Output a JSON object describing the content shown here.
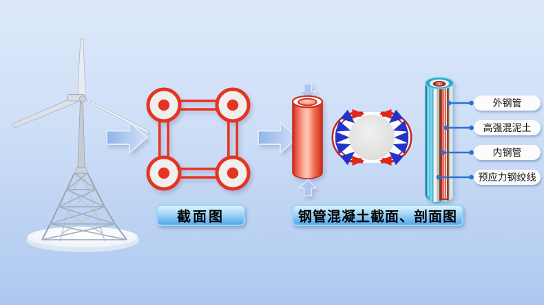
{
  "captions": {
    "section_view": "截面图",
    "cft_view": "钢管混凝土截面、剖面图"
  },
  "component_labels": {
    "items": [
      {
        "text": "外钢管"
      },
      {
        "text": "高强混泥土"
      },
      {
        "text": "内钢管"
      },
      {
        "text": "预应力钢绞线"
      }
    ]
  },
  "illustrations": {
    "turbine": "lattice-tower-wind-turbine-3d",
    "square_section": "four-chord-tube-square-cross-section",
    "cylinder": "steel-tube-under-axial-compression",
    "confinement": "concrete-core-confinement-pressure-diagram",
    "column": "layered-cutaway-of-cft-column"
  },
  "colors": {
    "red": "#e53422",
    "red_dark": "#c4281a",
    "blue_arrow": "#2233cc",
    "connector_blue": "#2f6fd6",
    "cyan_tube": "#35b2da",
    "concrete_gray": "#efefed",
    "inner_tube_brown": "#7e3c1e",
    "strand_red": "#d42414",
    "caption_top": "#dcf3fd",
    "caption_bottom": "#54a8ec",
    "label_bg": "#fcfcfc",
    "background_top": "#dde8fa",
    "background_bottom": "#adc8ef"
  }
}
